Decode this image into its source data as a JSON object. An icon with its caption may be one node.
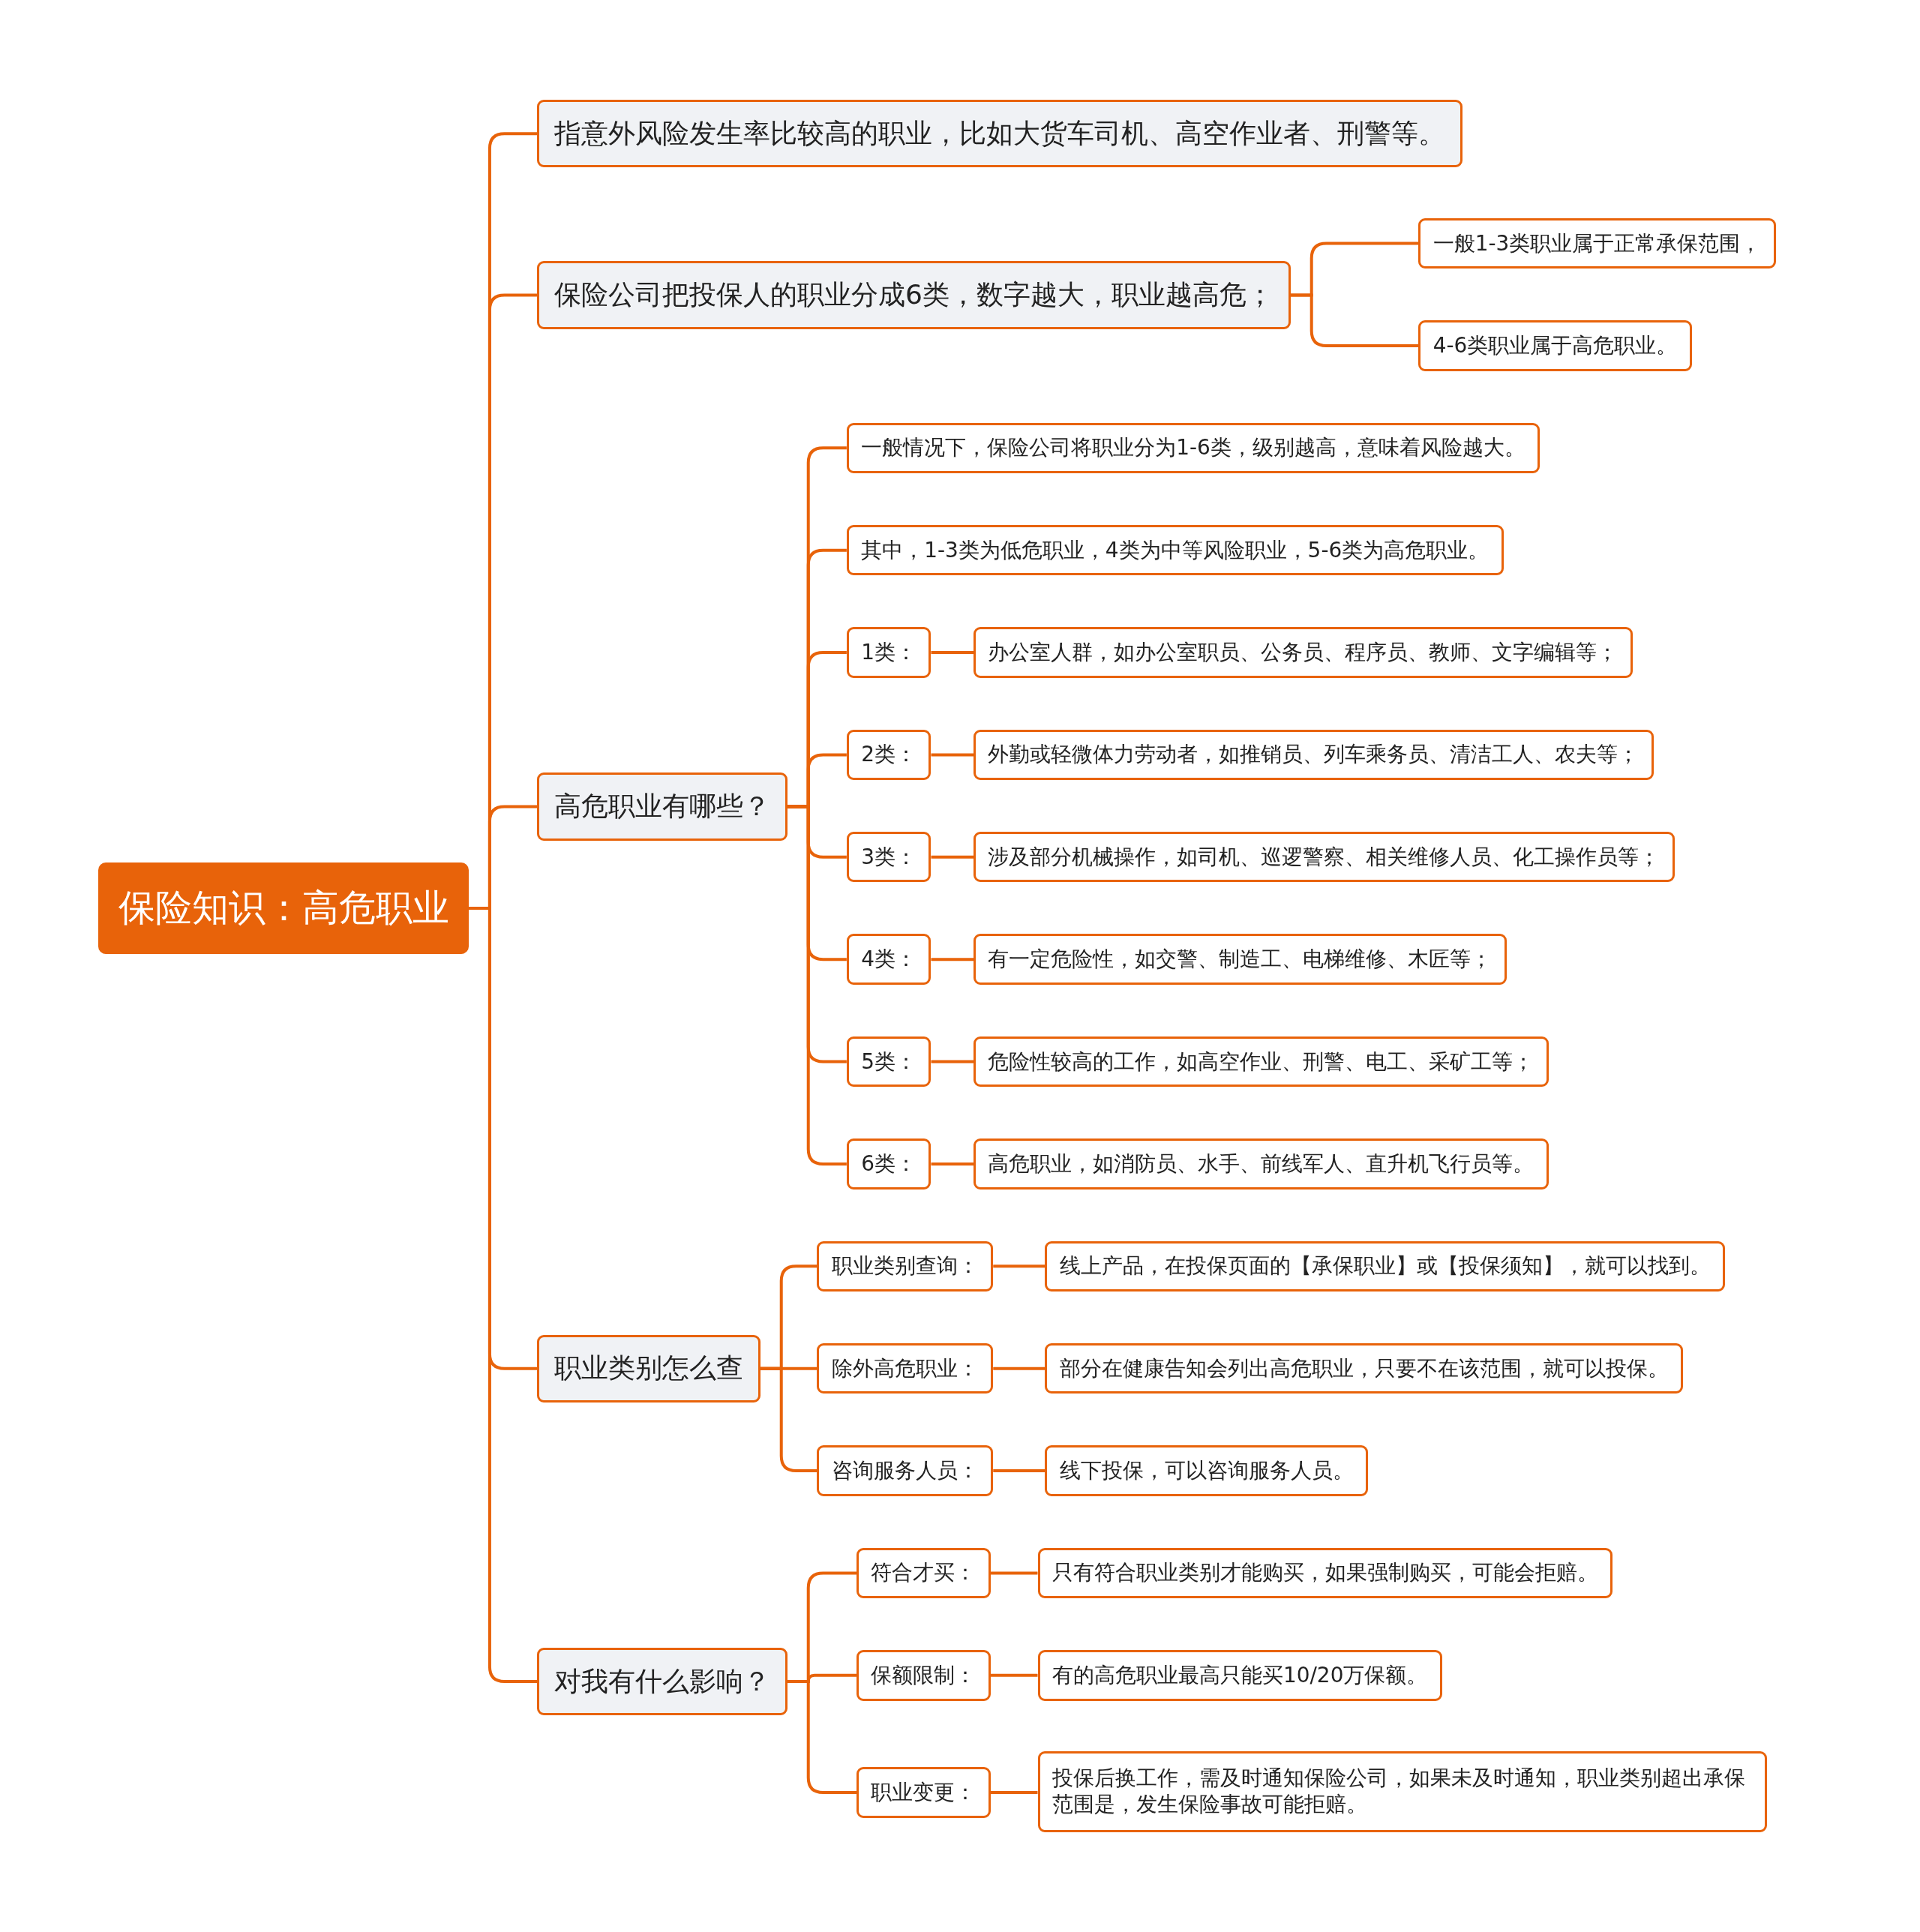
{
  "diagram": {
    "nodes": [
      {
        "text": [
          "保险知识：高危职业"
        ]
      },
      {
        "text": [
          "指意外风险发生率比较高的职业，比如大货车司机、高空作业者、刑警等。"
        ]
      },
      {
        "text": [
          "保险公司把投保人的职业分成6类，数字越大，职业越高危；"
        ]
      },
      {
        "text": [
          "一般1-3类职业属于正常承保范围，"
        ]
      },
      {
        "text": [
          "4-6类职业属于高危职业。"
        ]
      },
      {
        "text": [
          "高危职业有哪些？"
        ]
      },
      {
        "text": [
          "一般情况下，保险公司将职业分为1-6类，级别越高，意味着风险越大。"
        ]
      },
      {
        "text": [
          "其中，1-3类为低危职业，4类为中等风险职业，5-6类为高危职业。"
        ]
      },
      {
        "text": [
          "1类："
        ]
      },
      {
        "text": [
          "办公室人群，如办公室职员、公务员、程序员、教师、文字编辑等；"
        ]
      },
      {
        "text": [
          "2类："
        ]
      },
      {
        "text": [
          "外勤或轻微体力劳动者，如推销员、列车乘务员、清洁工人、农夫等；"
        ]
      },
      {
        "text": [
          "3类："
        ]
      },
      {
        "text": [
          "涉及部分机械操作，如司机、巡逻警察、相关维修人员、化工操作员等；"
        ]
      },
      {
        "text": [
          "4类："
        ]
      },
      {
        "text": [
          "有一定危险性，如交警、制造工、电梯维修、木匠等；"
        ]
      },
      {
        "text": [
          "5类："
        ]
      },
      {
        "text": [
          "危险性较高的工作，如高空作业、刑警、电工、采矿工等；"
        ]
      },
      {
        "text": [
          "6类："
        ]
      },
      {
        "text": [
          "高危职业，如消防员、水手、前线军人、直升机飞行员等。"
        ]
      },
      {
        "text": [
          "职业类别怎么查"
        ]
      },
      {
        "text": [
          "职业类别查询："
        ]
      },
      {
        "text": [
          "线上产品，在投保页面的【承保职业】或【投保须知】，就可以找到。"
        ]
      },
      {
        "text": [
          "除外高危职业："
        ]
      },
      {
        "text": [
          "部分在健康告知会列出高危职业，只要不在该范围，就可以投保。"
        ]
      },
      {
        "text": [
          "咨询服务人员："
        ]
      },
      {
        "text": [
          "线下投保，可以咨询服务人员。"
        ]
      },
      {
        "text": [
          "对我有什么影响？"
        ]
      },
      {
        "text": [
          "符合才买："
        ]
      },
      {
        "text": [
          "只有符合职业类别才能购买，如果强制购买，可能会拒赔。"
        ]
      },
      {
        "text": [
          "保额限制："
        ]
      },
      {
        "text": [
          "有的高危职业最高只能买10/20万保额。"
        ]
      },
      {
        "text": [
          "职业变更："
        ]
      },
      {
        "text": [
          "投保后换工作，需及时通知保险公司，如果未及时通知，职业类别超出承保范围是，发生保险事故可能拒赔。"
        ]
      }
    ],
    "edges": [
      {
        "from": 0,
        "to": 1,
        "arrow": "none"
      },
      {
        "from": 0,
        "to": 2,
        "arrow": "none"
      },
      {
        "from": 0,
        "to": 5,
        "arrow": "none"
      },
      {
        "from": 0,
        "to": 20,
        "arrow": "none"
      },
      {
        "from": 0,
        "to": 27,
        "arrow": "none"
      },
      {
        "from": 2,
        "to": 3,
        "arrow": "none"
      },
      {
        "from": 2,
        "to": 4,
        "arrow": "none"
      },
      {
        "from": 5,
        "to": 6,
        "arrow": "none"
      },
      {
        "from": 5,
        "to": 7,
        "arrow": "none"
      },
      {
        "from": 5,
        "to": 8,
        "arrow": "none"
      },
      {
        "from": 5,
        "to": 10,
        "arrow": "none"
      },
      {
        "from": 5,
        "to": 12,
        "arrow": "none"
      },
      {
        "from": 5,
        "to": 14,
        "arrow": "none"
      },
      {
        "from": 5,
        "to": 16,
        "arrow": "none"
      },
      {
        "from": 5,
        "to": 18,
        "arrow": "none"
      },
      {
        "from": 8,
        "to": 9,
        "arrow": "none"
      },
      {
        "from": 10,
        "to": 11,
        "arrow": "none"
      },
      {
        "from": 12,
        "to": 13,
        "arrow": "none"
      },
      {
        "from": 14,
        "to": 15,
        "arrow": "none"
      },
      {
        "from": 16,
        "to": 17,
        "arrow": "none"
      },
      {
        "from": 18,
        "to": 19,
        "arrow": "none"
      },
      {
        "from": 20,
        "to": 21,
        "arrow": "none"
      },
      {
        "from": 20,
        "to": 23,
        "arrow": "none"
      },
      {
        "from": 20,
        "to": 25,
        "arrow": "none"
      },
      {
        "from": 21,
        "to": 22,
        "arrow": "none"
      },
      {
        "from": 23,
        "to": 24,
        "arrow": "none"
      },
      {
        "from": 25,
        "to": 26,
        "arrow": "none"
      },
      {
        "from": 27,
        "to": 28,
        "arrow": "none"
      },
      {
        "from": 27,
        "to": 30,
        "arrow": "none"
      },
      {
        "from": 27,
        "to": 32,
        "arrow": "none"
      },
      {
        "from": 28,
        "to": 29,
        "arrow": "none"
      },
      {
        "from": 30,
        "to": 31,
        "arrow": "none"
      },
      {
        "from": 32,
        "to": 33,
        "arrow": "none"
      }
    ]
  }
}
